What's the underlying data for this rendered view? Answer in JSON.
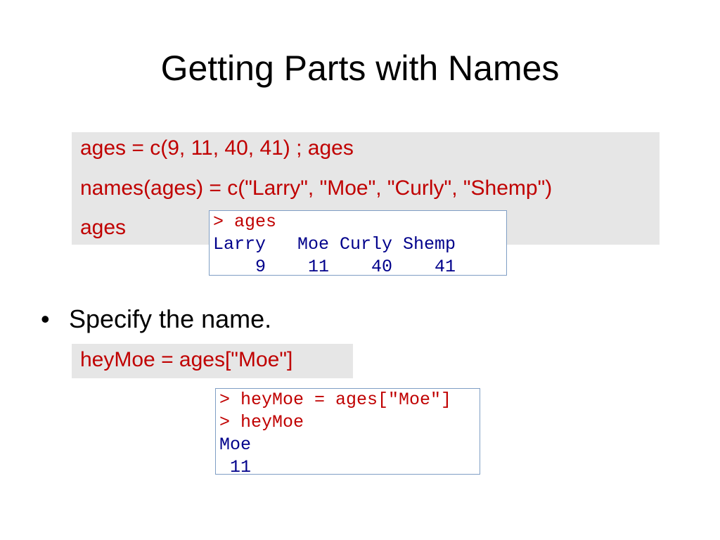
{
  "slide": {
    "title": "Getting Parts with Names",
    "code_block_1": {
      "lines": [
        "ages = c(9, 11, 40, 41) ; ages",
        "names(ages) = c(\"Larry\", \"Moe\", \"Curly\", \"Shemp\")",
        "ages"
      ]
    },
    "console_1": {
      "prompt": "> ages",
      "output": [
        "Larry   Moe Curly Shemp",
        "    9    11    40    41"
      ]
    },
    "bullet": {
      "text": "Specify the name."
    },
    "code_block_2": {
      "line": "heyMoe = ages[\"Moe\"]"
    },
    "console_2": {
      "prompts": [
        "> heyMoe = ages[\"Moe\"]",
        "> heyMoe"
      ],
      "output": [
        "Moe",
        " 11"
      ]
    },
    "colors": {
      "code_text": "#c00000",
      "output_text": "#00008b",
      "code_background": "#e6e6e6",
      "console_border": "#7f9ec4"
    }
  }
}
